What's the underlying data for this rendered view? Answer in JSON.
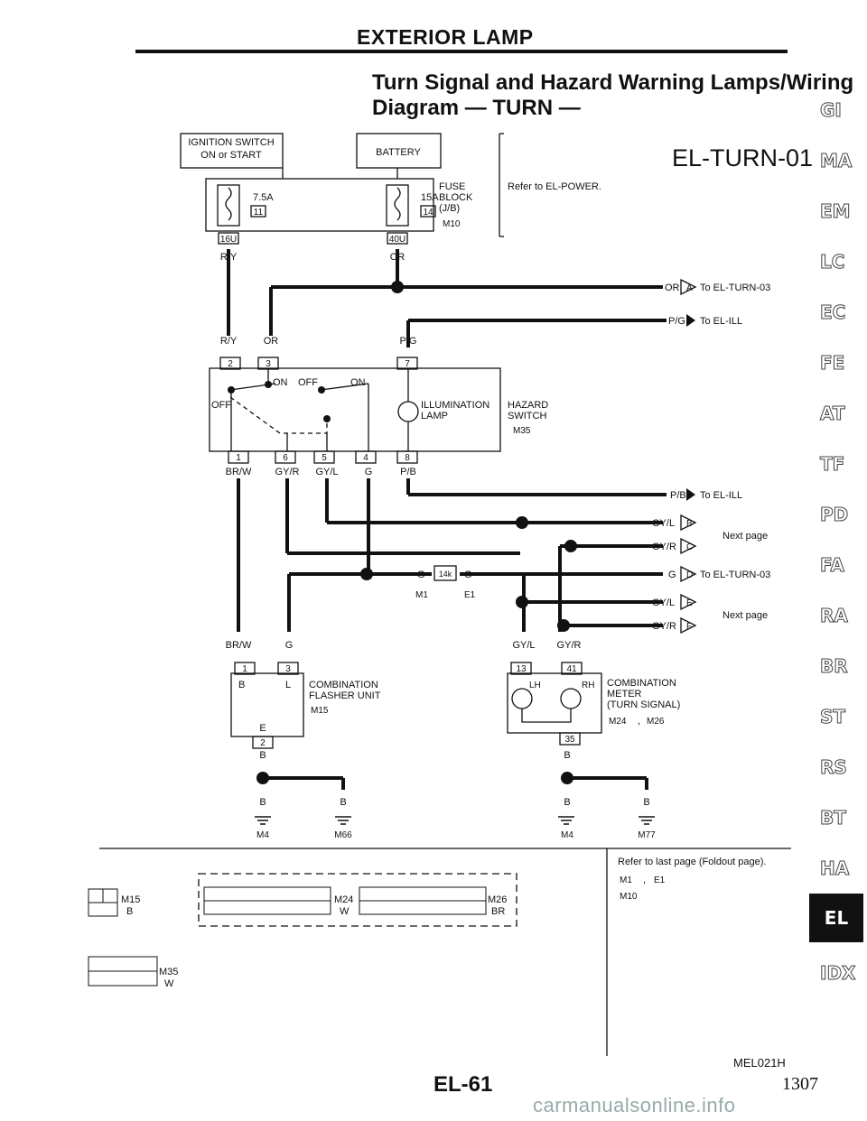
{
  "header": {
    "section": "EXTERIOR LAMP",
    "title_line1": "Turn Signal and Hazard Warning Lamps/Wiring",
    "title_line2": "Diagram — TURN —",
    "diagram_code": "EL-TURN-01"
  },
  "side_tabs": [
    "GI",
    "MA",
    "EM",
    "LC",
    "EC",
    "FE",
    "AT",
    "TF",
    "PD",
    "FA",
    "RA",
    "BR",
    "ST",
    "RS",
    "BT",
    "HA",
    "EL",
    "IDX"
  ],
  "active_tab": "EL",
  "labels": {
    "ignition_l1": "IGNITION SWITCH",
    "ignition_l2": "ON or START",
    "battery": "BATTERY",
    "fuse_block_l1": "FUSE",
    "fuse_block_l2": "BLOCK",
    "fuse_block_l3": "(J/B)",
    "refer_power": "Refer to EL-POWER.",
    "fuse1_amp": "7.5A",
    "fuse1_no": "11",
    "fuse2_amp": "15A",
    "fuse2_no": "14",
    "m10": "M10",
    "c16u": "16U",
    "c40u": "40U",
    "ry": "R/Y",
    "or": "OR",
    "pg": "P/G",
    "brw": "BR/W",
    "gyr": "GY/R",
    "gyl": "GY/L",
    "g": "G",
    "pb": "P/B",
    "b": "B",
    "w": "W",
    "br": "BR",
    "to_turn03": "To EL-TURN-03",
    "to_ill": "To EL-ILL",
    "next_page": "Next page",
    "off": "OFF",
    "on": "ON",
    "illum_l1": "ILLUMINATION",
    "illum_l2": "LAMP",
    "hazard_l1": "HAZARD",
    "hazard_l2": "SWITCH",
    "m35": "M35",
    "c14k": "14k",
    "m1": "M1",
    "e1": "E1",
    "flasher_l1": "COMBINATION",
    "flasher_l2": "FLASHER UNIT",
    "m15": "M15",
    "pin_b": "B",
    "pin_l": "L",
    "pin_e": "E",
    "meter_l1": "COMBINATION",
    "meter_l2": "METER",
    "meter_l3": "(TURN SIGNAL)",
    "m24": "M24",
    "m26": "M26",
    "lh": "LH",
    "rh": "RH",
    "m4": "M4",
    "m66": "M66",
    "m77": "M77",
    "refer_last": "Refer to last page (Foldout page).",
    "comma": ","
  },
  "connectors": {
    "A": "A",
    "B": "B",
    "C": "C",
    "D": "D",
    "E": "E",
    "F": "F"
  },
  "pins": [
    "1",
    "2",
    "3",
    "4",
    "5",
    "6",
    "7",
    "8",
    "13",
    "35",
    "41"
  ],
  "footer": {
    "drawing_code": "MEL021H",
    "page_id": "EL-61",
    "page_number": "1307",
    "watermark": "carmanualsonline.info"
  }
}
